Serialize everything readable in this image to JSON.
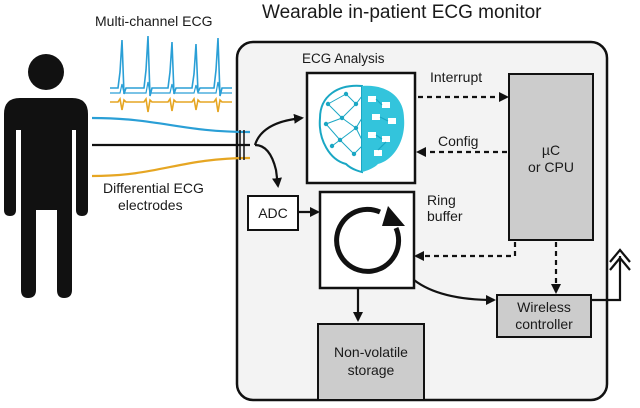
{
  "title": "Wearable in-patient ECG monitor",
  "labels": {
    "multi_channel_ecg": "Multi-channel ECG",
    "differential_ecg_line1": "Differential ECG",
    "differential_ecg_line2": "electrodes",
    "ecg_analysis": "ECG Analysis",
    "interrupt": "Interrupt",
    "config": "Config",
    "ring_buffer_line1": "Ring",
    "ring_buffer_line2": "buffer",
    "adc": "ADC",
    "uc_line1": "µC",
    "uc_line2": "or CPU",
    "wireless_line1": "Wireless",
    "wireless_line2": "controller",
    "storage_line1": "Non-volatile",
    "storage_line2": "storage"
  },
  "colors": {
    "ecg_blue": "#2a9fd6",
    "ecg_orange": "#e6a623",
    "ai_teal": "#1aa7c4",
    "ai_cyan": "#33c4dc",
    "box_gray": "#cccccc",
    "panel_bg": "#f3f3f3"
  },
  "icons": {
    "person": "person-silhouette-icon",
    "ai": "brain-neural-network-icon",
    "ring": "circular-arrow-icon",
    "wireless": "double-chevron-up-icon"
  }
}
